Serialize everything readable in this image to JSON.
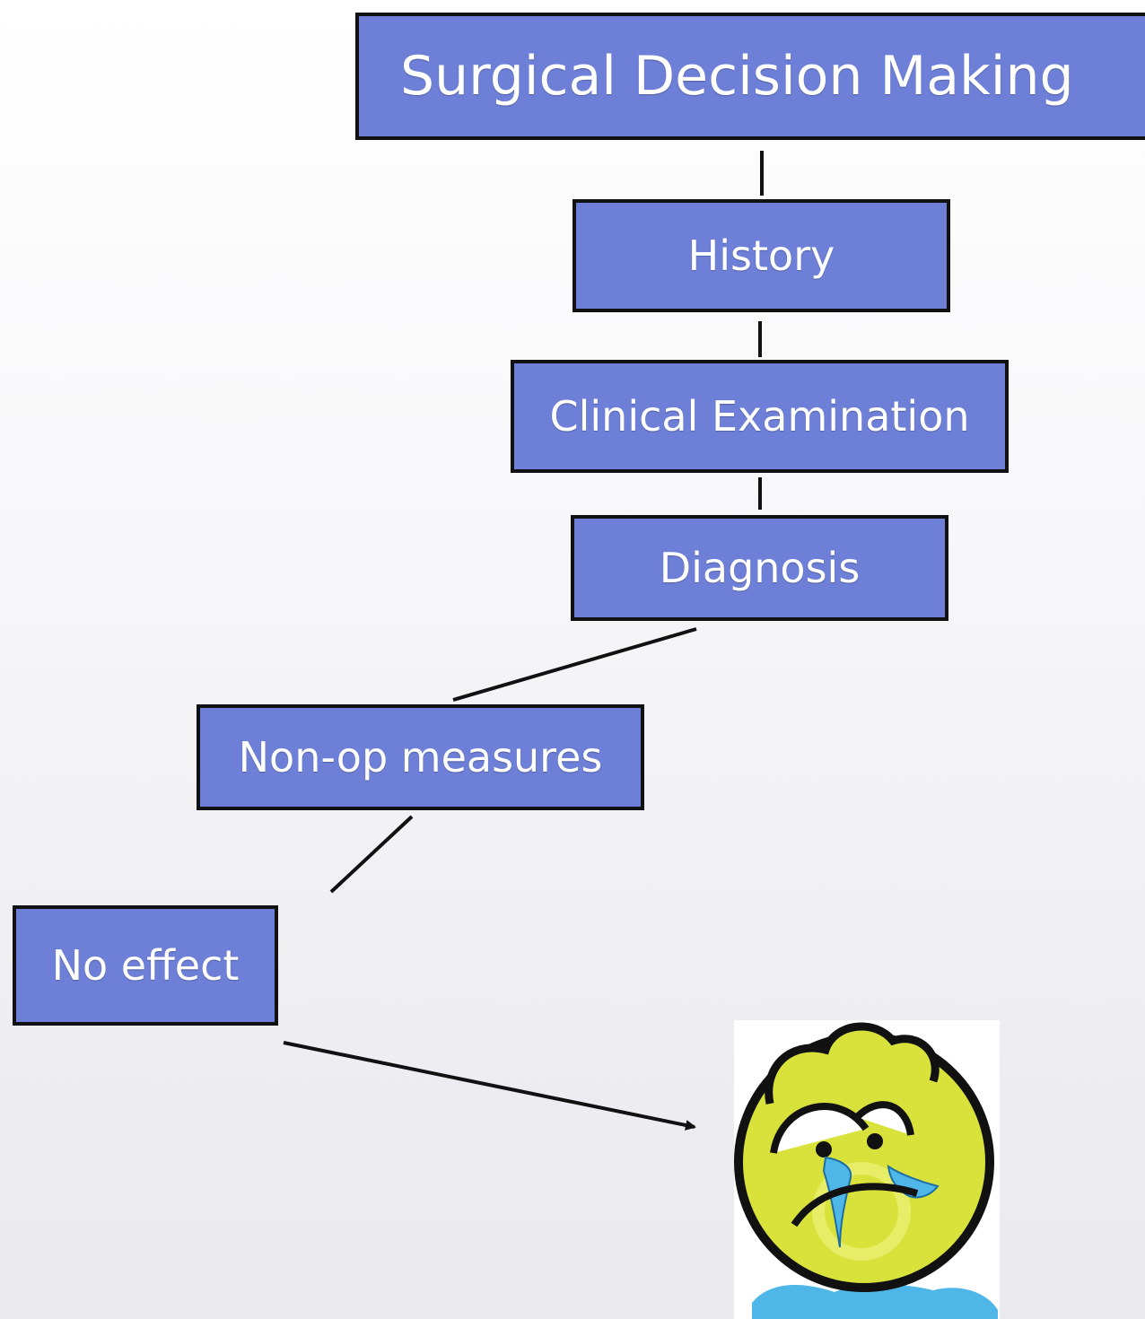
{
  "diagram": {
    "nodes": [
      {
        "id": "title",
        "label": "Surgical Decision Making"
      },
      {
        "id": "history",
        "label": "History"
      },
      {
        "id": "clinical",
        "label": "Clinical Examination"
      },
      {
        "id": "diagnosis",
        "label": "Diagnosis"
      },
      {
        "id": "nonop",
        "label": "Non-op measures"
      },
      {
        "id": "noeffect",
        "label": "No effect"
      }
    ],
    "edges": [
      {
        "from": "title",
        "to": "history"
      },
      {
        "from": "history",
        "to": "clinical"
      },
      {
        "from": "clinical",
        "to": "diagnosis"
      },
      {
        "from": "diagnosis",
        "to": "nonop"
      },
      {
        "from": "nonop",
        "to": "noeffect"
      },
      {
        "from": "noeffect",
        "to": "crying-face",
        "arrow": true
      }
    ],
    "image": {
      "icon": "crying-face-icon",
      "face_color": "#d9e23a",
      "tear_color": "#4fb6e8"
    },
    "colors": {
      "box_fill": "#6d7fd6",
      "box_border": "#111111",
      "text": "#ffffff"
    }
  }
}
